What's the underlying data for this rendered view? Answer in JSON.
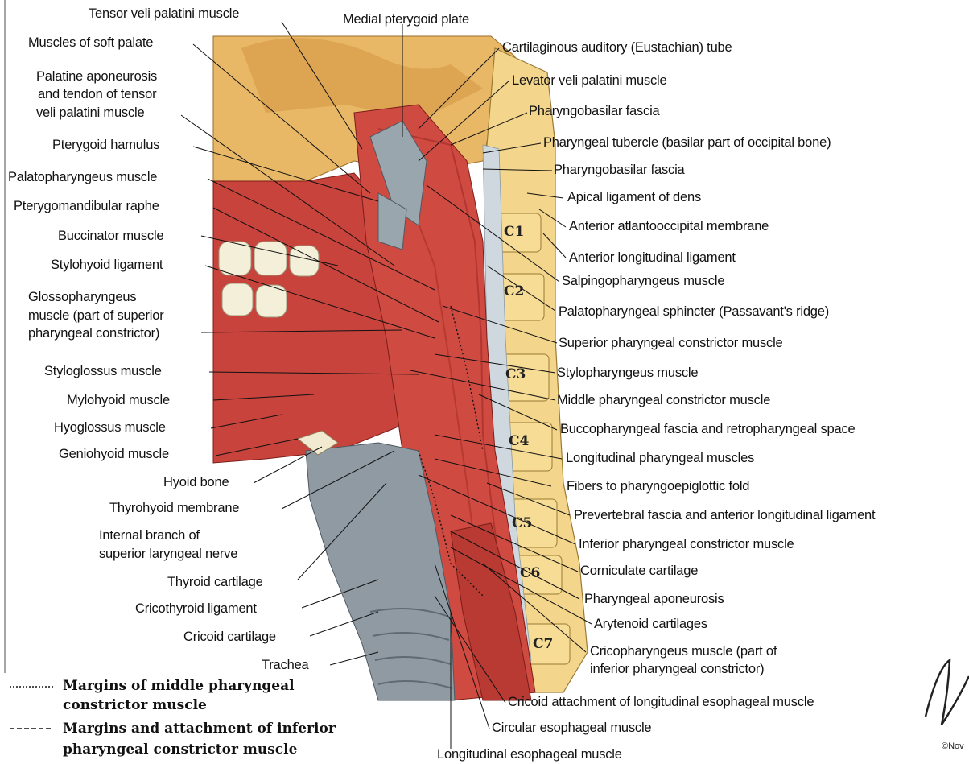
{
  "left_labels": [
    "Tensor veli palatini muscle",
    "Muscles of soft palate",
    "Palatine aponeurosis",
    "and tendon of tensor",
    "veli palatini muscle",
    "Pterygoid hamulus",
    "Palatopharyngeus muscle",
    "Pterygomandibular raphe",
    "Buccinator muscle",
    "Stylohyoid ligament",
    "Glossopharyngeus",
    "muscle (part of superior",
    "pharyngeal constrictor)",
    "Styloglossus muscle",
    "Mylohyoid muscle",
    "Hyoglossus muscle",
    "Geniohyoid muscle",
    "Hyoid bone",
    "Thyrohyoid membrane",
    "Internal branch of",
    "superior laryngeal nerve",
    "Thyroid cartilage",
    "Cricothyroid ligament",
    "Cricoid cartilage",
    "Trachea"
  ],
  "top_labels": [
    "Medial pterygoid plate"
  ],
  "right_labels": [
    "Cartilaginous auditory (Eustachian) tube",
    "Levator veli palatini muscle",
    "Pharyngobasilar fascia",
    "Pharyngeal tubercle (basilar part of occipital bone)",
    "Pharyngobasilar fascia",
    "Apical ligament of dens",
    "Anterior atlantooccipital  membrane",
    "Anterior longitudinal ligament",
    "Salpingopharyngeus muscle",
    "Palatopharyngeal sphincter (Passavant's ridge)",
    "Superior pharyngeal constrictor muscle",
    "Stylopharyngeus muscle",
    "Middle pharyngeal constrictor muscle",
    "Buccopharyngeal fascia  and retropharyngeal space",
    "Longitudinal pharyngeal muscles",
    "Fibers to pharyngoepiglottic fold",
    "Prevertebral fascia and anterior longitudinal ligament",
    "Inferior pharyngeal constrictor muscle",
    "Corniculate cartilage",
    "Pharyngeal aponeurosis",
    "Arytenoid cartilages",
    "Cricopharyngeus muscle (part of",
    "inferior pharyngeal constrictor)",
    "Cricoid attachment of longitudinal esophageal muscle",
    "Circular esophageal muscle",
    "Longitudinal esophageal muscle"
  ],
  "vertebrae": [
    "C1",
    "C2",
    "C3",
    "C4",
    "C5",
    "C6",
    "C7"
  ],
  "legend": {
    "line1a": "Margins of middle pharyngeal",
    "line1b": "constrictor muscle",
    "line2a": "Margins and attachment of inferior",
    "line2b": "pharyngeal constrictor muscle"
  },
  "copyright": "©Nov",
  "colors": {
    "muscle": "#c8433b",
    "muscle_dark": "#9e2a24",
    "bone": "#f2d68a",
    "cartilage": "#8f9aa3",
    "fascia": "#cfd8de"
  }
}
